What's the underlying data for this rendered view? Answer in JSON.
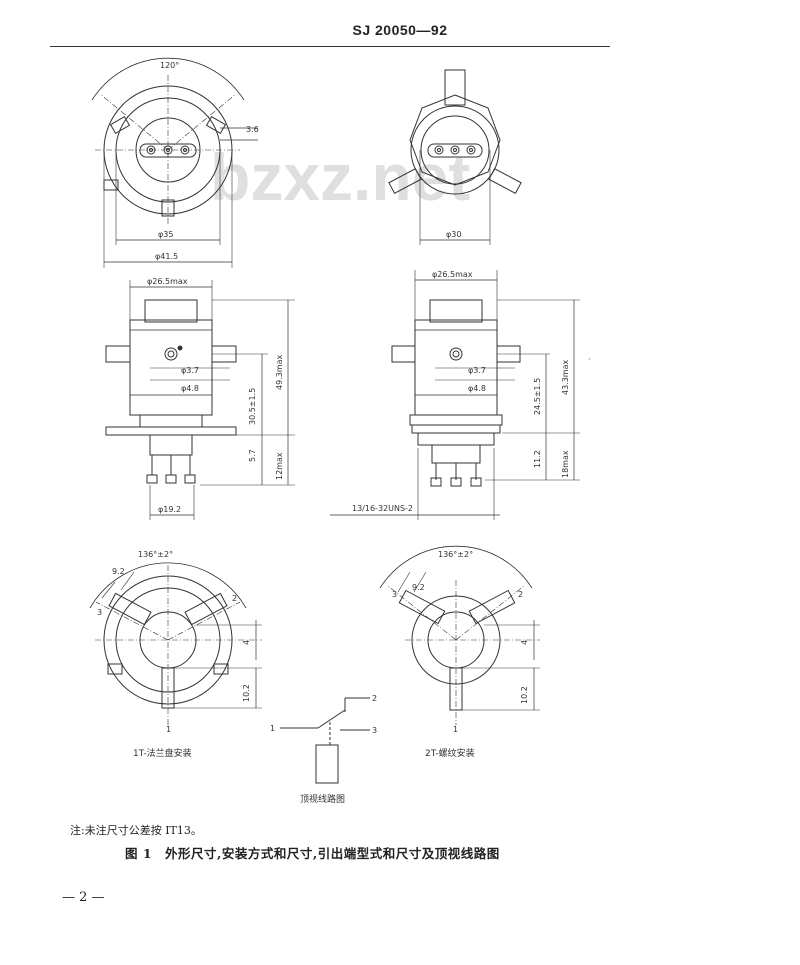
{
  "header": {
    "standard_no": "SJ 20050—92"
  },
  "watermark": "bzxz.net",
  "views": {
    "top_left": {
      "angle": "120°",
      "slot": "3.6",
      "d_inner": "φ35",
      "d_outer": "φ41.5"
    },
    "top_right": {
      "d": "φ30"
    },
    "mid_left": {
      "d_max": "φ26.5max",
      "hole_a": "φ3.7",
      "hole_b": "φ4.8",
      "h1": "30.5±1.5",
      "h2": "49.3max",
      "h3": "5.7",
      "h4": "12max",
      "d_base": "φ19.2"
    },
    "mid_right": {
      "d_max": "φ26.5max",
      "hole_a": "φ3.7",
      "hole_b": "φ4.8",
      "h1": "24.5±1.5",
      "h2": "43.3max",
      "h3": "11.2",
      "h4": "18max",
      "thread": "13/16-32UNS-2"
    },
    "bot_left": {
      "angle": "136°±2°",
      "w": "9.2",
      "t3": "3",
      "t2": "2",
      "t1": "1",
      "dim4": "4",
      "dim10": "10.2",
      "caption": "1T-法兰盘安装"
    },
    "bot_right": {
      "angle": "136°±2°",
      "w": "9.2",
      "t3": "3",
      "t2": "2",
      "t1": "1",
      "dim4": "4",
      "dim10": "10.2",
      "caption": "2T-螺纹安装"
    },
    "circuit": {
      "t1": "1",
      "t2": "2",
      "t3": "3",
      "caption": "顶视线路图"
    }
  },
  "note": "注:未注尺寸公差按 IT13。",
  "figure_caption": "图 1　外形尺寸,安装方式和尺寸,引出端型式和尺寸及顶视线路图",
  "page_number": "— 2 —"
}
